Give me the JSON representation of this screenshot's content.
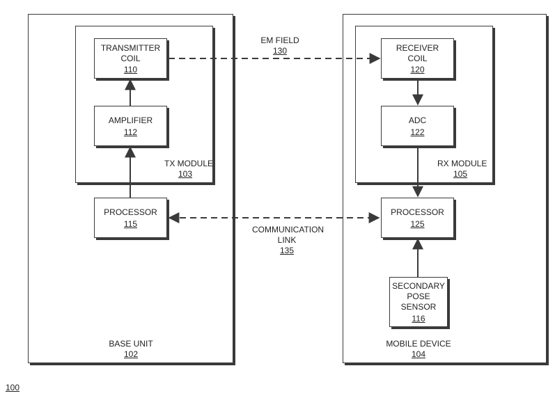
{
  "figure": {
    "ref": "100"
  },
  "units": {
    "base": {
      "name": "BASE UNIT",
      "ref": "102"
    },
    "mobile": {
      "name": "MOBILE DEVICE",
      "ref": "104"
    }
  },
  "modules": {
    "tx": {
      "name": "TX MODULE",
      "ref": "103"
    },
    "rx": {
      "name": "RX MODULE",
      "ref": "105"
    }
  },
  "blocks": {
    "transmitter_coil": {
      "line1": "TRANSMITTER",
      "line2": "COIL",
      "ref": "110"
    },
    "amplifier": {
      "line1": "AMPLIFIER",
      "ref": "112"
    },
    "tx_processor": {
      "line1": "PROCESSOR",
      "ref": "115"
    },
    "receiver_coil": {
      "line1": "RECEIVER",
      "line2": "COIL",
      "ref": "120"
    },
    "adc": {
      "line1": "ADC",
      "ref": "122"
    },
    "rx_processor": {
      "line1": "PROCESSOR",
      "ref": "125"
    },
    "pose_sensor": {
      "line1": "SECONDARY",
      "line2": "POSE",
      "line3": "SENSOR",
      "ref": "116"
    }
  },
  "links": {
    "em_field": {
      "line1": "EM FIELD",
      "ref": "130"
    },
    "communication": {
      "line1": "COMMUNICATION",
      "line2": "LINK",
      "ref": "135"
    }
  },
  "colors": {
    "line": "#3a3a3a",
    "background": "#ffffff"
  }
}
